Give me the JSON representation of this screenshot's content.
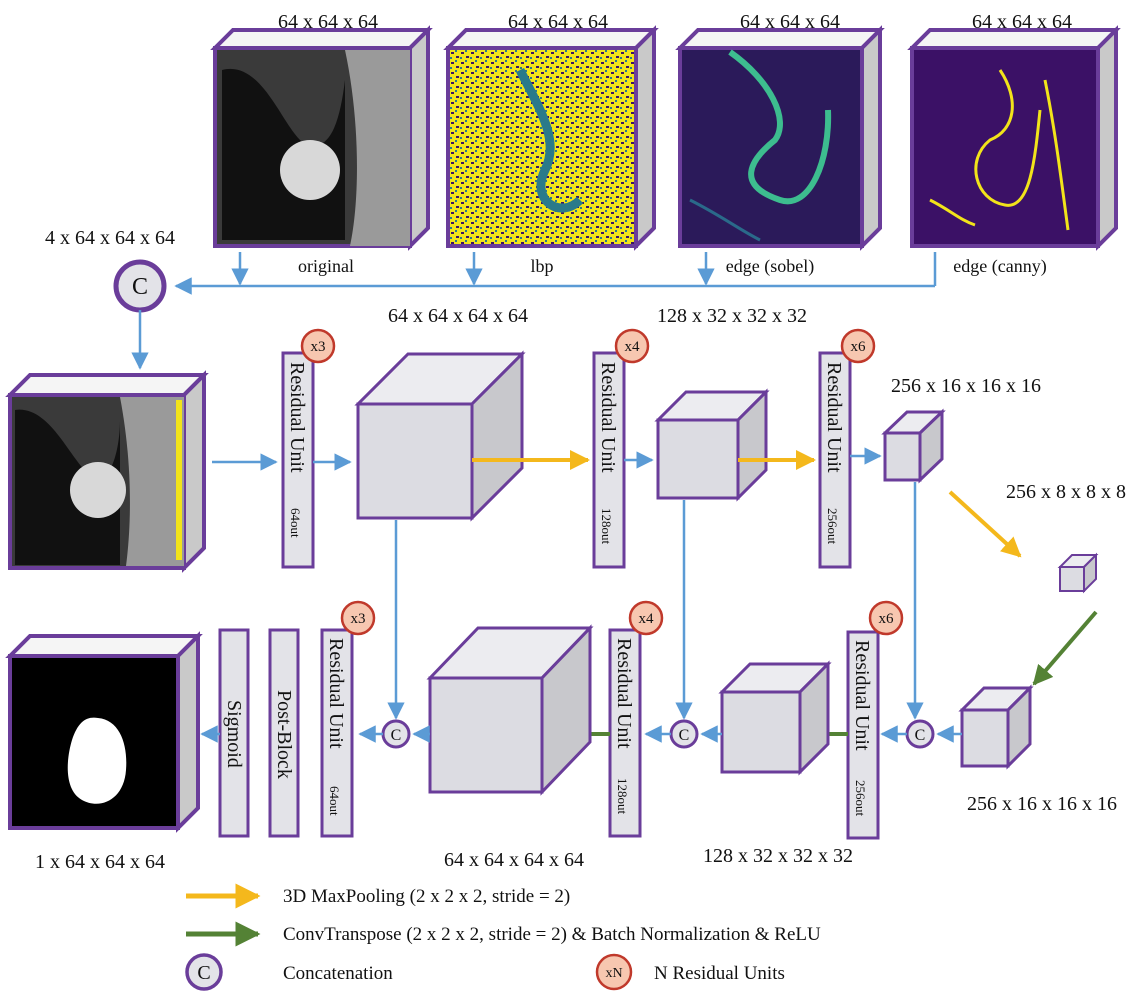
{
  "inputs": [
    {
      "dim": "64 x 64 x 64",
      "label": "original"
    },
    {
      "dim": "64 x 64 x 64",
      "label": "lbp"
    },
    {
      "dim": "64 x 64 x 64",
      "label": "edge (sobel)"
    },
    {
      "dim": "64 x 64 x 64",
      "label": "edge (canny)"
    }
  ],
  "concat_dim": "4 x 64 x 64 x 64",
  "concat_symbol": "C",
  "encoder": {
    "dim_enc1": "64 x 64 x 64 x 64",
    "dim_enc2": "128 x 32 x 32 x 32",
    "dim_enc3": "256 x 16 x 16 x 16",
    "dim_bottleneck": "256 x 8 x 8 x 8",
    "units": [
      {
        "name": "Residual Unit",
        "sub": "64out",
        "badge": "x3"
      },
      {
        "name": "Residual Unit",
        "sub": "128out",
        "badge": "x4"
      },
      {
        "name": "Residual Unit",
        "sub": "256out",
        "badge": "x6"
      }
    ]
  },
  "decoder": {
    "dim_up3": "256 x 16 x 16 x 16",
    "dim_dec2": "128 x 32 x 32 x 32",
    "dim_dec1": "64 x 64 x 64 x 64",
    "dim_output": "1 x 64 x 64 x 64",
    "units": [
      {
        "name": "Residual Unit",
        "sub": "256out",
        "badge": "x6"
      },
      {
        "name": "Residual Unit",
        "sub": "128out",
        "badge": "x4"
      },
      {
        "name": "Residual Unit",
        "sub": "64out",
        "badge": "x3"
      }
    ],
    "post_block": "Post-Block",
    "sigmoid": "Sigmoid"
  },
  "legend": {
    "maxpool": "3D MaxPooling (2 x 2 x 2, stride = 2)",
    "convtranspose": "ConvTranspose (2 x 2 x 2, stride = 2) & Batch Normalization & ReLU",
    "concat_symbol": "C",
    "concat": "Concatenation",
    "residual_symbol": "xN",
    "residual": "N Residual Units"
  },
  "colors": {
    "frame": "#6a3d9a",
    "arrow": "#5b9bd5",
    "maxpool": "#f4b81c",
    "convtranspose": "#548235",
    "box_fill": "#e3e3e8",
    "badge_fill": "#f7c7b0",
    "badge_stroke": "#c0392b",
    "feature_bg": "#3b1166"
  }
}
